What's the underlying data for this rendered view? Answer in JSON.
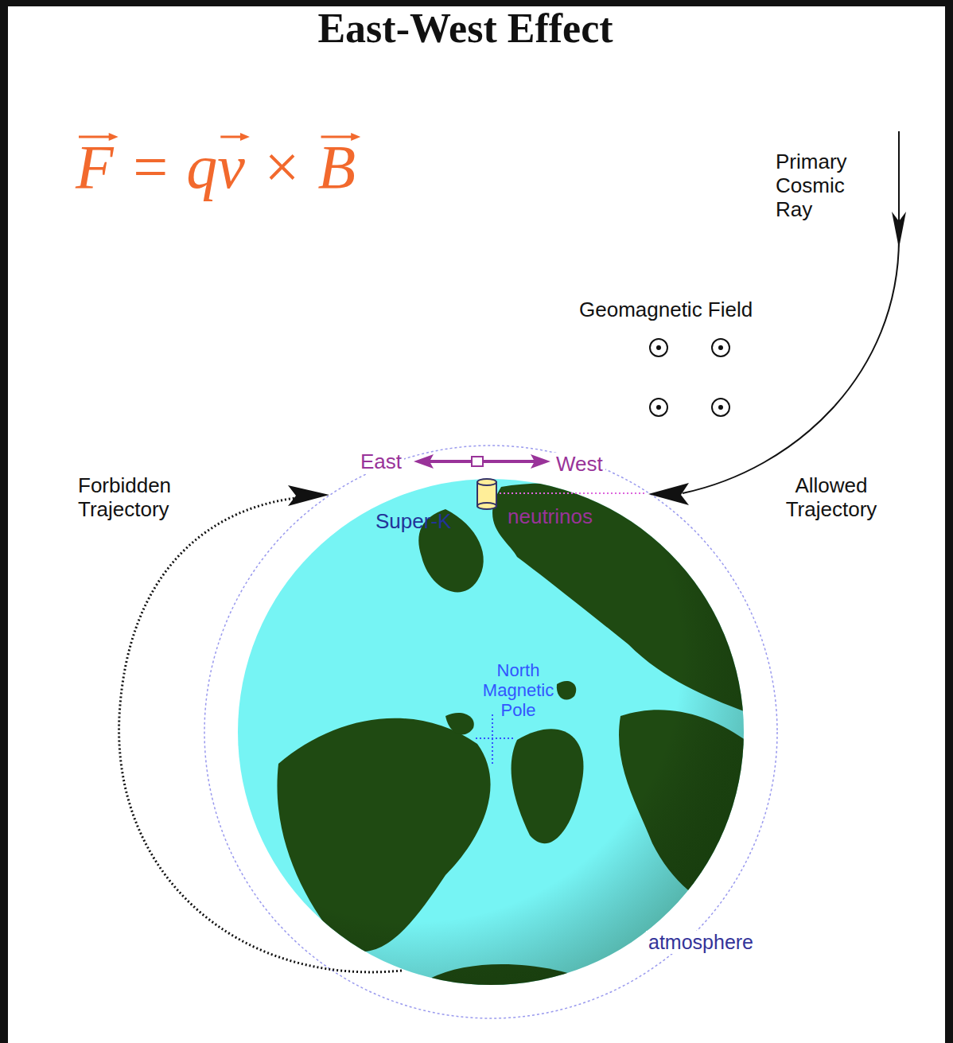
{
  "diagram": {
    "title": "East-West Effect",
    "labels": [
      "F = qv × B",
      "Primary Cosmic Ray",
      "Geomagnetic Field",
      "East",
      "West",
      "Forbidden Trajectory",
      "Allowed Trajectory",
      "Super-K",
      "neutrinos",
      "North Magnetic Pole",
      "atmosphere"
    ]
  }
}
